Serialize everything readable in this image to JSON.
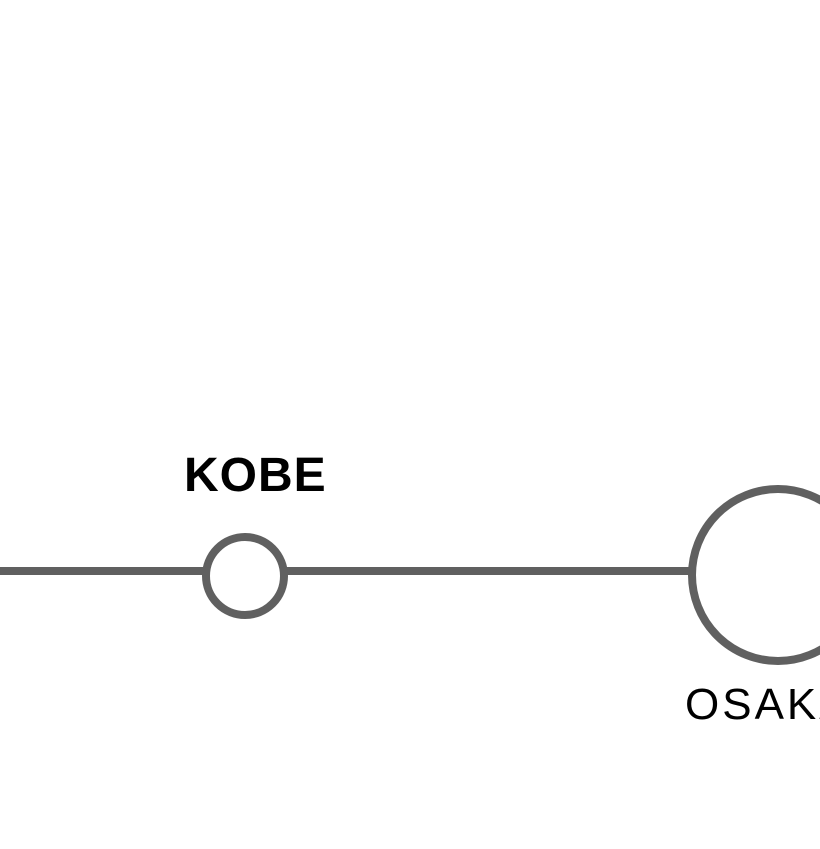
{
  "map": {
    "line_color": "#606060",
    "label_color": "#000000",
    "background": "#ffffff",
    "stations": [
      {
        "id": "kobe",
        "label": "KOBE",
        "type": "minor-station"
      },
      {
        "id": "osaka",
        "label": "OSAKA",
        "type": "major-station"
      }
    ]
  }
}
